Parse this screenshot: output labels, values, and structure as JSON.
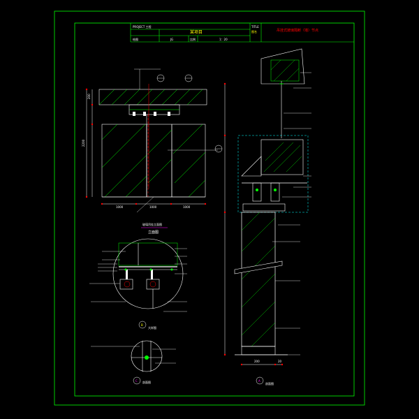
{
  "title_block": {
    "project_label": "PROJECT 工程",
    "project_value": "某项目",
    "title_label": "TITLE",
    "title_caption": "图名",
    "title_value": "吊挂式玻璃隔断（墙）节点",
    "drawn_label": "绘图",
    "drawn_value": "JG",
    "scale_label": "比例",
    "scale_value": "1：20"
  },
  "elevation": {
    "caption": "立面图",
    "sub_caption": "玻璃吊挂立面图",
    "dim_overall": "2200",
    "dim_top": "200",
    "bottom_dims": [
      "1000",
      "1000",
      "1000"
    ]
  },
  "detail_b": {
    "caption": "大样图",
    "marker": "B"
  },
  "detail_c": {
    "caption": "剖面图",
    "marker": "C"
  },
  "section_a": {
    "caption": "剖面图",
    "marker": "A",
    "dim_bottom": "200",
    "dim_side": "20"
  },
  "colors": {
    "frame": "#00ff00",
    "line": "#ffffff",
    "accent": "#ff0000",
    "cyan": "#00ffff",
    "blue": "#4040ff",
    "yellow": "#ffff00",
    "magenta": "#ff00ff"
  }
}
